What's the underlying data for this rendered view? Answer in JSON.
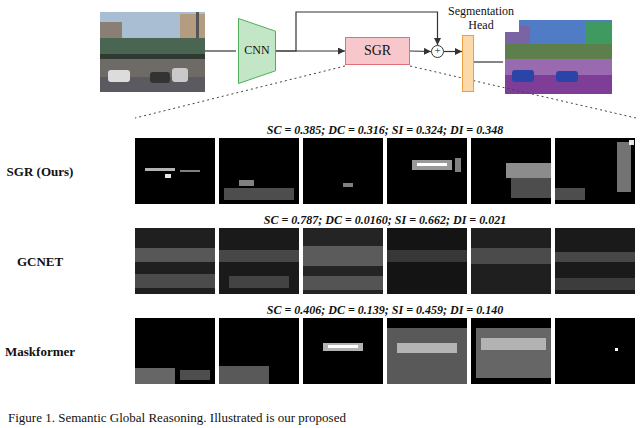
{
  "diagram": {
    "caption": "Figure 1. Semantic Global Reasoning. Illustrated is our proposed",
    "nodes": [
      {
        "text": [
          "CNN"
        ]
      },
      {
        "text": [
          "SGR"
        ]
      },
      {
        "text": [
          "+"
        ]
      },
      {
        "text": [
          "Segmentation Head"
        ]
      }
    ],
    "edges": [
      {
        "from": 0,
        "to": 1,
        "arrow": "to"
      },
      {
        "from": 0,
        "to": 2,
        "arrow": "to"
      },
      {
        "from": 1,
        "to": 2,
        "arrow": "to"
      },
      {
        "from": 2,
        "to": 3,
        "arrow": "to"
      }
    ],
    "labels": [
      "SC = 0.385; DC = 0.316; SI = 0.324; DI = 0.348",
      "SGR (Ours)",
      "SC = 0.787; DC = 0.0160; SI = 0.662; DI = 0.021",
      "GCNET",
      "SC = 0.406; DC = 0.139; SI = 0.459; DI = 0.140",
      "Maskformer"
    ]
  }
}
